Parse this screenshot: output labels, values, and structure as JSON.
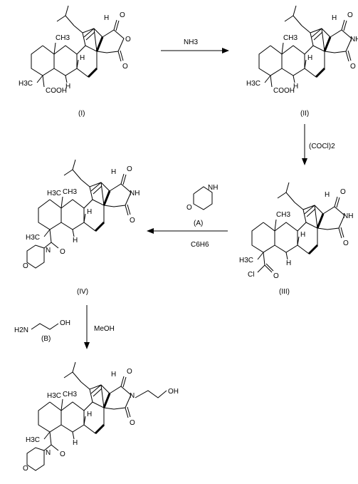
{
  "compounds": {
    "I": {
      "label": "(I)",
      "atoms": {
        "methyl_top": "CH3",
        "methyl_left": "H3C",
        "h_top": "H",
        "h_mid": "H",
        "h_low": "H",
        "o_ring_top": "O",
        "o_ring_mid": "O",
        "o_ring_bot": "O",
        "acid": "COOH"
      }
    },
    "II": {
      "label": "(II)",
      "atoms": {
        "methyl_top": "CH3",
        "methyl_left": "H3C",
        "h_top": "H",
        "h_mid": "H",
        "h_low": "H",
        "o_ring_top": "O",
        "nh": "NH",
        "o_ring_bot": "O",
        "acid": "COOH"
      }
    },
    "III": {
      "label": "(III)",
      "atoms": {
        "methyl_top": "CH3",
        "methyl_left": "H3C",
        "h_top": "H",
        "h_mid": "H",
        "h_low": "H",
        "o_ring_top": "O",
        "nh": "NH",
        "o_ring_bot": "O",
        "cl": "Cl",
        "o_acyl": "O"
      }
    },
    "IV": {
      "label": "(IV)",
      "atoms": {
        "isopropyl_left": "H3C",
        "methyl_top": "CH3",
        "methyl_left": "H3C",
        "h_top": "H",
        "h_mid": "H",
        "h_low": "H",
        "o_ring_top": "O",
        "nh": "NH",
        "o_ring_bot": "O",
        "o_amide": "O",
        "n_morph": "N",
        "o_morph": "O"
      }
    },
    "product": {
      "atoms": {
        "isopropyl_left": "H3C",
        "methyl_top": "CH3",
        "methyl_left": "H3C",
        "h_top": "H",
        "h_mid": "H",
        "h_low": "H",
        "o_ring_top": "O",
        "n_imide": "N",
        "oh": "OH",
        "o_ring_bot": "O",
        "o_amide": "O",
        "n_morph": "N",
        "o_morph": "O"
      }
    }
  },
  "reagents": {
    "r1": {
      "text": "NH3"
    },
    "r2": {
      "text": "(COCl)2"
    },
    "r3": {
      "label": "(A)",
      "solvent": "C6H6",
      "nh": "NH",
      "o": "O"
    },
    "r4": {
      "label": "(B)",
      "solvent": "MeOH",
      "h2n": "H2N",
      "oh": "OH"
    }
  }
}
